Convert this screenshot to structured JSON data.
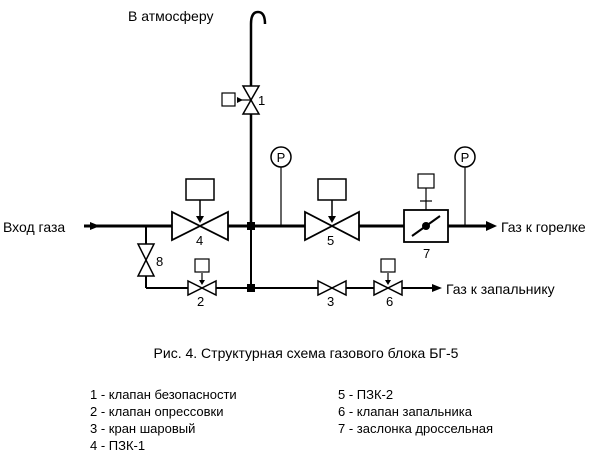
{
  "labels": {
    "atmosphere": "В атмосферу",
    "gas_inlet": "Вход газа",
    "to_burner": "Газ к горелке",
    "to_igniter": "Газ к запальнику"
  },
  "gauge_symbol": "P",
  "element_numbers": {
    "n1": "1",
    "n2": "2",
    "n3": "3",
    "n4": "4",
    "n5": "5",
    "n6": "6",
    "n7": "7",
    "n8": "8"
  },
  "caption": "Рис. 4. Структурная схема газового блока БГ-5",
  "legend": {
    "left": [
      "1 - клапан безопасности",
      "2 - клапан опрессовки",
      "3 - кран шаровый",
      "4 - ПЗК-1"
    ],
    "right": [
      "5 - ПЗК-2",
      "6 - клапан запальника",
      "7 - заслонка дроссельная"
    ]
  }
}
